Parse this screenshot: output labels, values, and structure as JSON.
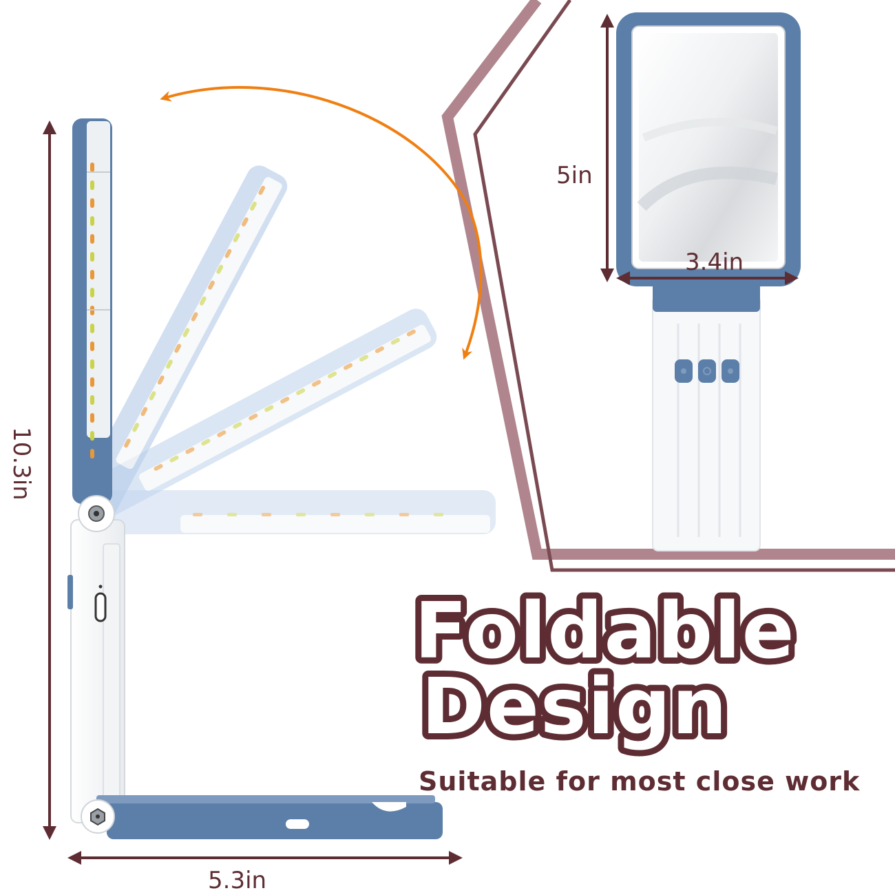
{
  "headline": {
    "line1": "Foldable",
    "line2": "Design"
  },
  "subheadline": "Suitable for most close work",
  "dimensions": {
    "height": "10.3in",
    "base_width": "5.3in",
    "lens_height": "5in",
    "lens_width": "3.4in"
  },
  "colors": {
    "accent_dark": "#5e2d33",
    "frame_outline": "#b0858d",
    "device_blue": "#5b7fa8",
    "device_blue_light": "#aec6e6",
    "rotation_arrow": "#f07f12",
    "handle_white": "#f7f8fa"
  },
  "icons": [
    "rotation-arrow-icon",
    "dimension-arrow-icon",
    "hinge-screw-icon",
    "usb-port-icon",
    "control-button-icon"
  ]
}
